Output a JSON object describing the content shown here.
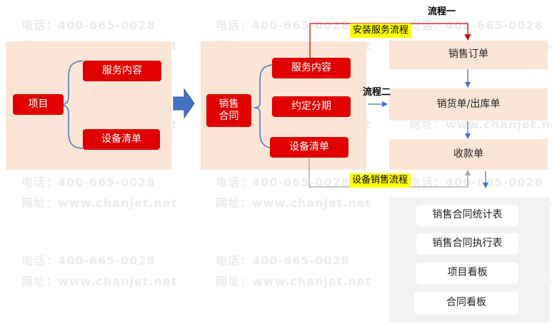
{
  "watermark": {
    "phone": "电话：400-665-0028",
    "url": "网址：www.chanjet.net"
  },
  "project": {
    "root": "项目",
    "children": [
      "服务内容",
      "设备清单"
    ]
  },
  "contract": {
    "root": "销售合同",
    "children": [
      "服务内容",
      "约定分期",
      "设备清单"
    ]
  },
  "flow_steps": [
    "销售订单",
    "销货单/出库单",
    "收款单"
  ],
  "labels": {
    "flow1": "流程一",
    "flow2": "流程二",
    "service_flow": "安装服务流程",
    "equipment_flow": "设备销售流程"
  },
  "reports": [
    "销售合同统计表",
    "销售合同执行表",
    "项目看板",
    "合同看板"
  ],
  "colors": {
    "node_red": "#e00000",
    "panel_peach": "#fbe5d6",
    "panel_gray": "#f2f2f2",
    "label_highlight": "#ffff00",
    "arrow_blue": "#4472c4",
    "line_red": "#e00000",
    "line_gray": "#a6a6a6"
  }
}
